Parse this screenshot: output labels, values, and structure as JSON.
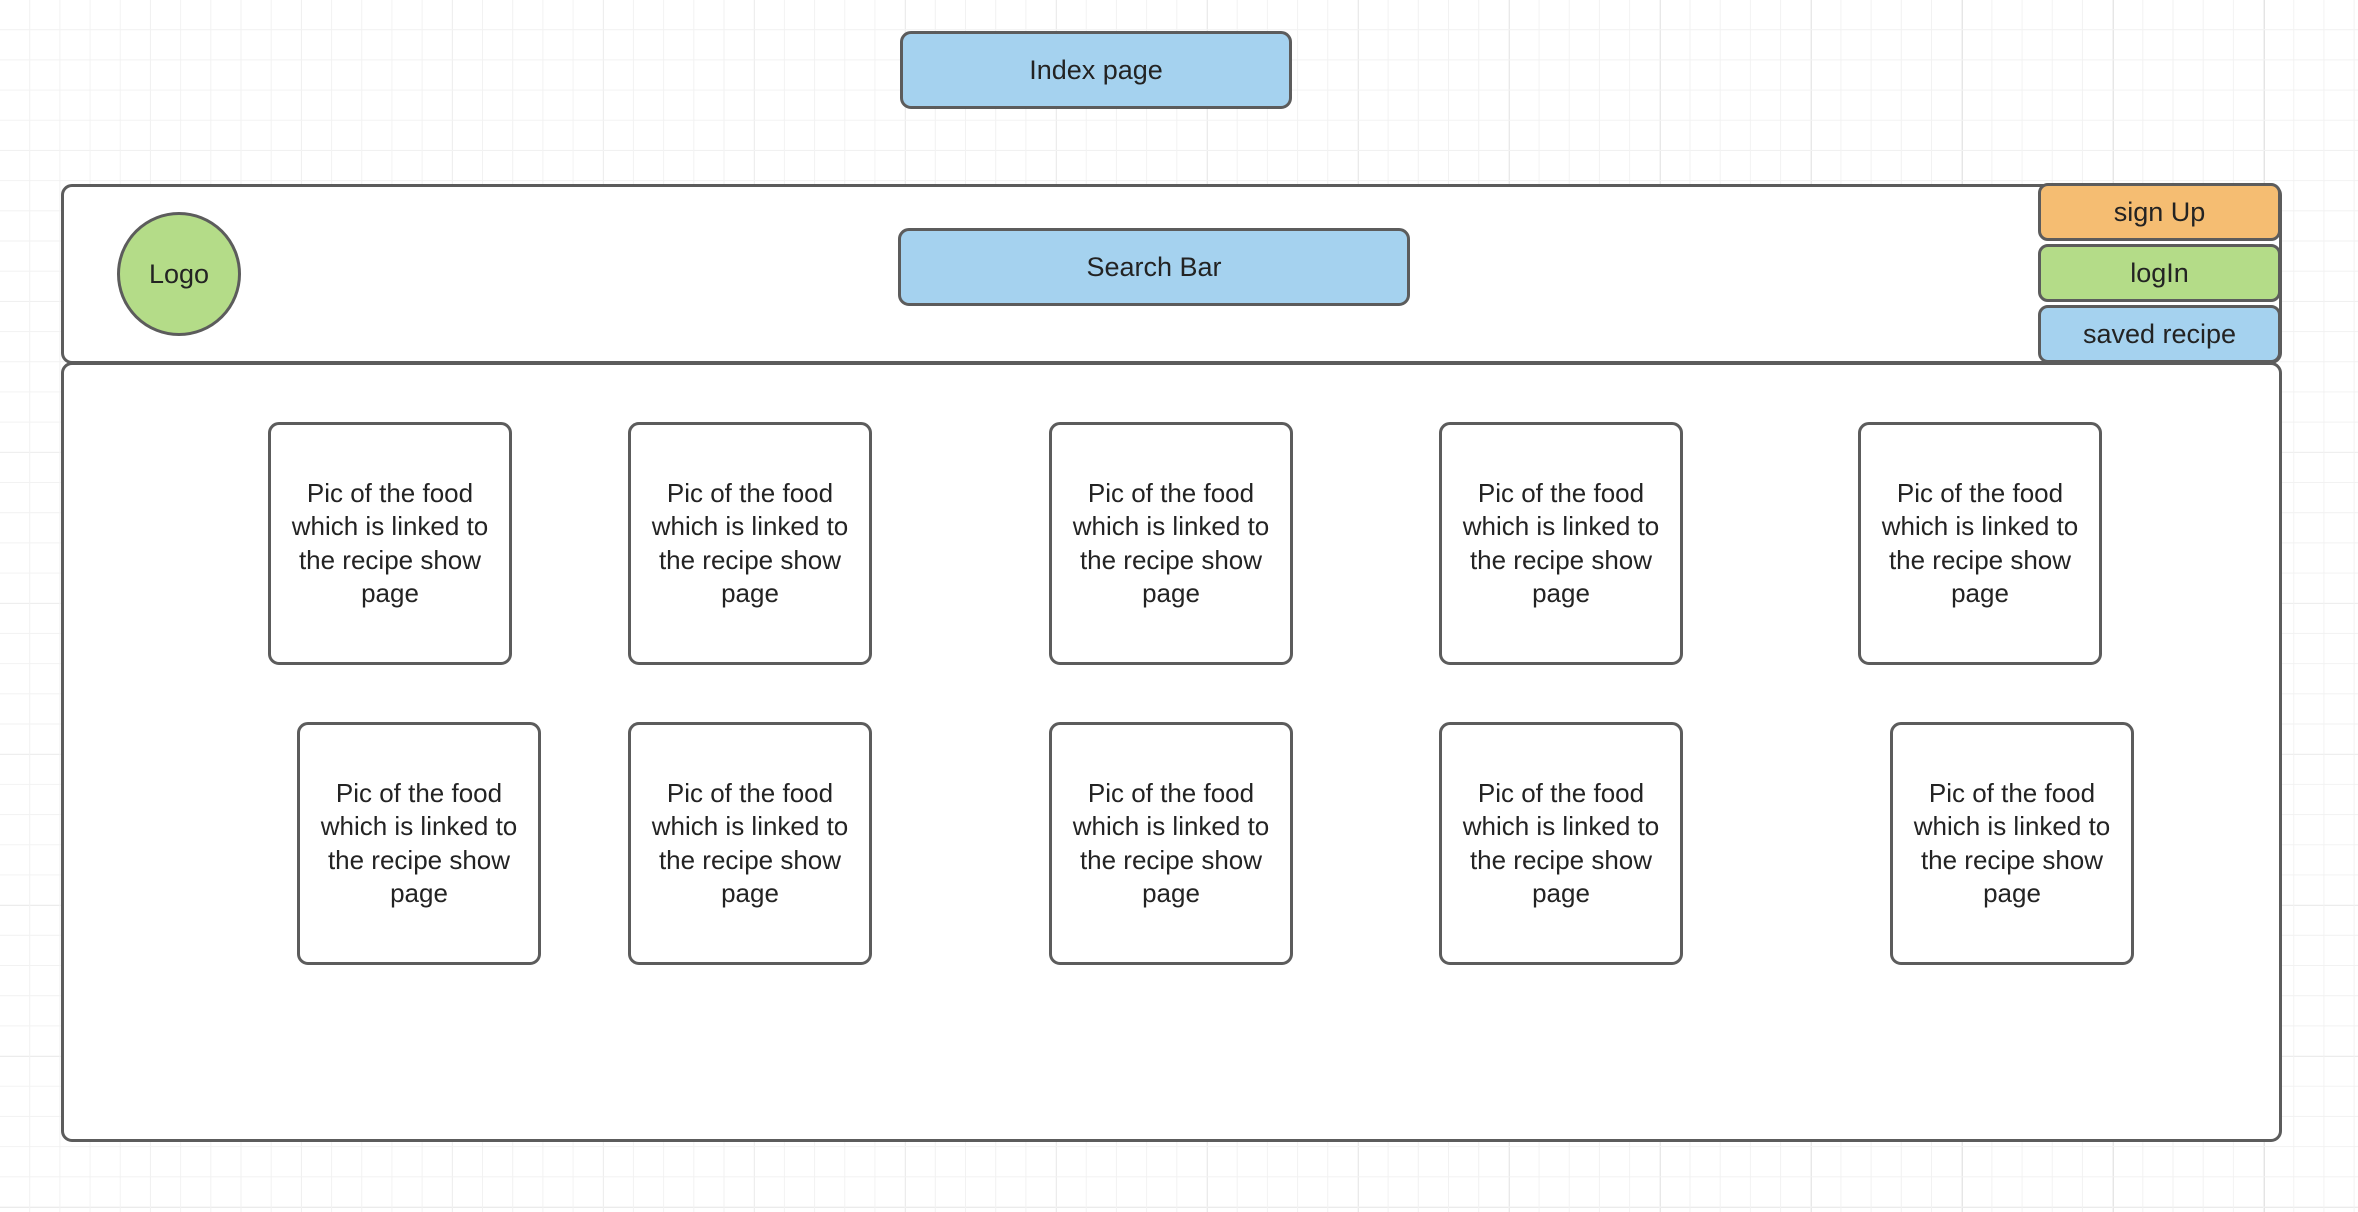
{
  "page": {
    "title": "Index page",
    "background": "#ffffff",
    "grid_color": "#e4e4e4",
    "stroke_color": "#5c5c5c",
    "text_color": "#232323"
  },
  "colors": {
    "blue": "#a5d2ef",
    "green": "#b4dc88",
    "orange": "#f5bd72",
    "white": "#ffffff"
  },
  "header": {
    "logo": {
      "label": "Logo",
      "shape": "circle",
      "color": "#b4dc88"
    },
    "search": {
      "label": "Search Bar",
      "color": "#a5d2ef"
    },
    "buttons": [
      {
        "label": "sign Up",
        "color": "#f5bd72"
      },
      {
        "label": "logIn",
        "color": "#b4dc88"
      },
      {
        "label": "saved recipe",
        "color": "#a5d2ef"
      }
    ]
  },
  "body": {
    "card_text": "Pic of the food which is linked to the recipe show page",
    "rows": [
      {
        "cards": [
          {
            "text": "Pic of the food which is linked to the recipe show page"
          },
          {
            "text": "Pic of the food which is linked to the recipe show page"
          },
          {
            "text": "Pic of the food which is linked to the recipe show page"
          },
          {
            "text": "Pic of the food which is linked to the recipe show page"
          },
          {
            "text": "Pic of the food which is linked to the recipe show page"
          }
        ]
      },
      {
        "cards": [
          {
            "text": "Pic of the food which is linked to the recipe show page"
          },
          {
            "text": "Pic of the food which is linked to the recipe show page"
          },
          {
            "text": "Pic of the food which is linked to the recipe show page"
          },
          {
            "text": "Pic of the food which is linked to the recipe show page"
          },
          {
            "text": "Pic of the food which is linked to the recipe show page"
          }
        ]
      }
    ]
  }
}
